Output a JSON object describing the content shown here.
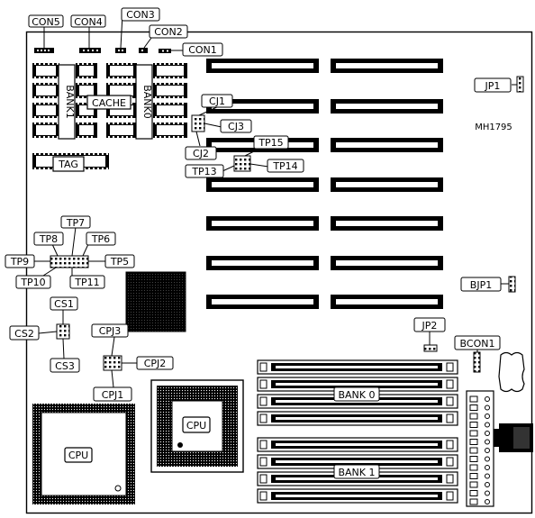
{
  "board_id": "MH1795",
  "labels": {
    "con5": "CON5",
    "con4": "CON4",
    "con3": "CON3",
    "con2": "CON2",
    "con1": "CON1",
    "bank1_v": "BANK1",
    "bank0_v": "BANK0",
    "cache": "CACHE",
    "tag": "TAG",
    "cj1": "CJ1",
    "cj2": "CJ2",
    "cj3": "CJ3",
    "tp5": "TP5",
    "tp6": "TP6",
    "tp7": "TP7",
    "tp8": "TP8",
    "tp9": "TP9",
    "tp10": "TP10",
    "tp11": "TP11",
    "tp13": "TP13",
    "tp14": "TP14",
    "tp15": "TP15",
    "jp1": "JP1",
    "jp2": "JP2",
    "bjp1": "BJP1",
    "bcon1": "BCON1",
    "cs1": "CS1",
    "cs2": "CS2",
    "cs3": "CS3",
    "cpj1": "CPJ1",
    "cpj2": "CPJ2",
    "cpj3": "CPJ3",
    "cpu_large": "CPU",
    "cpu_socket": "CPU",
    "bank0_h": "BANK 0",
    "bank1_h": "BANK 1"
  },
  "expansion_slot_rows": 7,
  "simm_slots_per_bank": 4,
  "colors": {
    "ink": "#000000",
    "paper": "#ffffff"
  }
}
